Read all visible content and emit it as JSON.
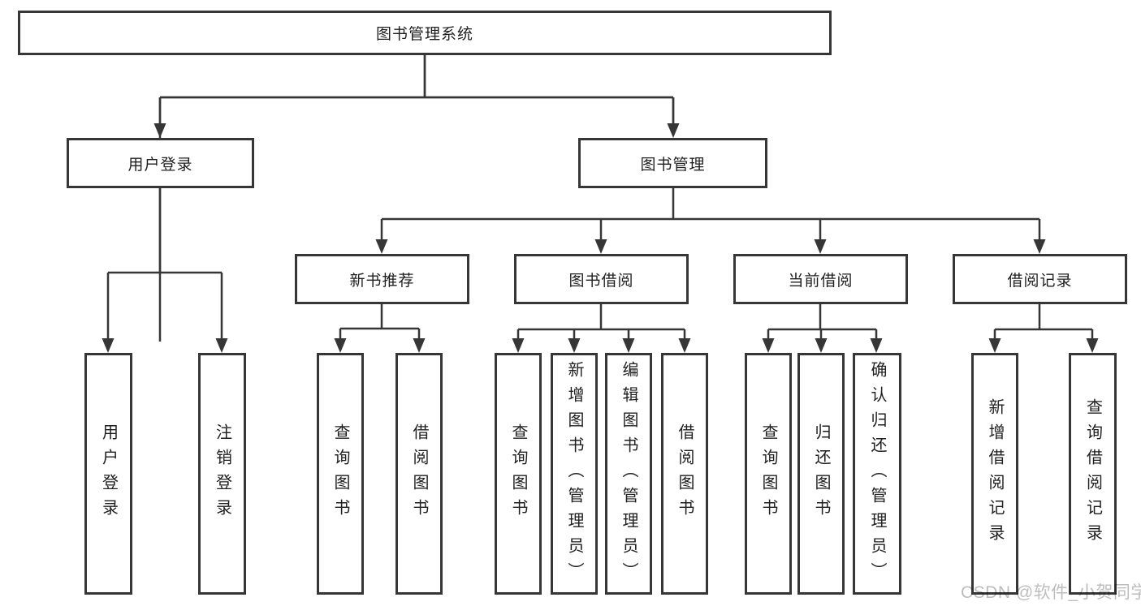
{
  "diagram": {
    "title": "图书管理系统",
    "root": {
      "label": "图书管理系统"
    },
    "level2": [
      {
        "label": "用户登录"
      },
      {
        "label": "图书管理"
      }
    ],
    "level3": [
      {
        "label": "新书推荐"
      },
      {
        "label": "图书借阅"
      },
      {
        "label": "当前借阅"
      },
      {
        "label": "借阅记录"
      }
    ],
    "leaves": {
      "user_login": {
        "label": "用户登录"
      },
      "logout": {
        "label": "注销登录"
      },
      "rec_query_books": {
        "label": "查询图书"
      },
      "rec_borrow_books": {
        "label": "借阅图书"
      },
      "bb_query_books": {
        "label": "查询图书"
      },
      "bb_add_books": {
        "label": "新增图书（管理员）"
      },
      "bb_edit_books": {
        "label": "编辑图书（管理员）"
      },
      "bb_borrow_books": {
        "label": "借阅图书"
      },
      "cb_query_books": {
        "label": "查询图书"
      },
      "cb_return_books": {
        "label": "归还图书"
      },
      "cb_confirm_return": {
        "label": "确认归还（管理员）"
      },
      "br_add_record": {
        "label": "新增借阅记录"
      },
      "br_query_record": {
        "label": "查询借阅记录"
      }
    },
    "colors": {
      "line": "#363636",
      "text": "#1f1f1f",
      "box_fill": "#ffffff",
      "watermark": "#bdbdbd"
    }
  },
  "watermark": {
    "text": "CSDN @软件_小贺同学"
  }
}
